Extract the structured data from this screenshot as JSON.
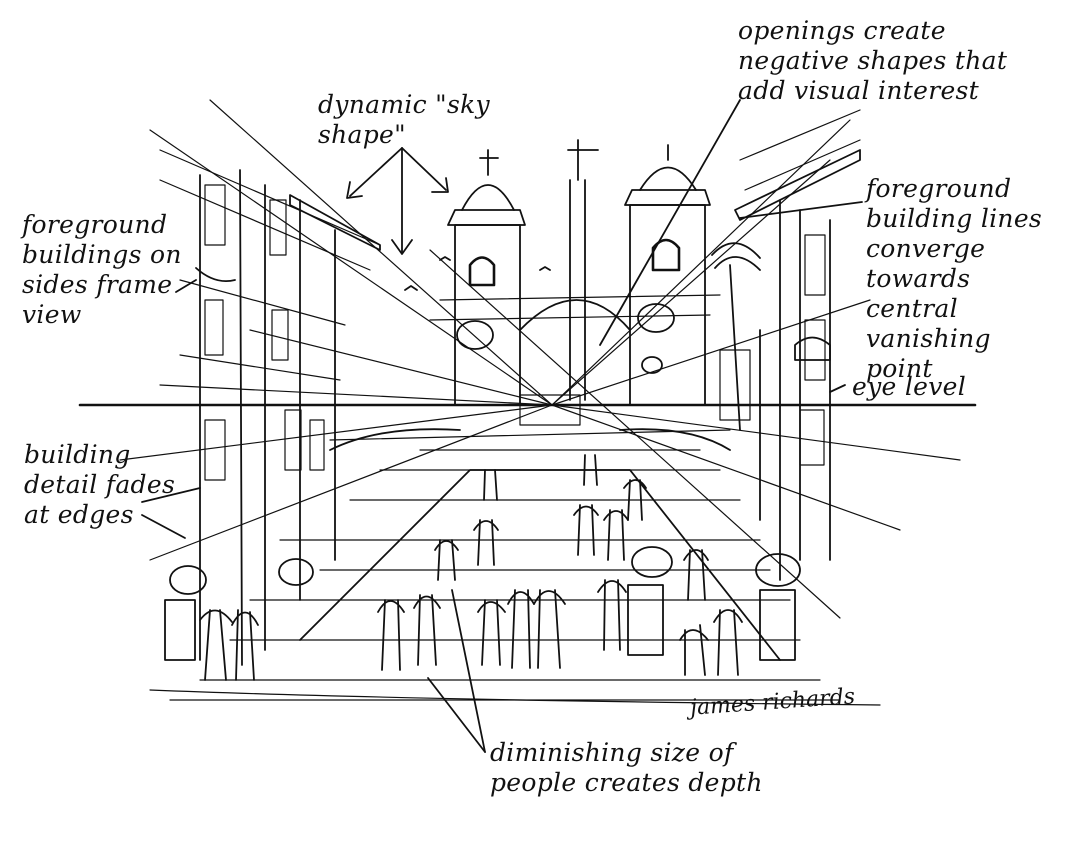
{
  "annotations": {
    "sky_shape": "dynamic \"sky\nshape\"",
    "openings": "openings create\nnegative shapes that\nadd visual interest",
    "foreground_frame": "foreground\nbuildings on\nsides frame\nview",
    "foreground_lines": "foreground\nbuilding lines\nconverge towards\ncentral vanishing\npoint",
    "eye_level": "eye level",
    "detail_fades": "building\ndetail fades\nat edges",
    "diminishing": "diminishing size of\npeople creates depth"
  },
  "signature": "james richards",
  "colors": {
    "ink": "#111111",
    "paper": "#ffffff"
  }
}
